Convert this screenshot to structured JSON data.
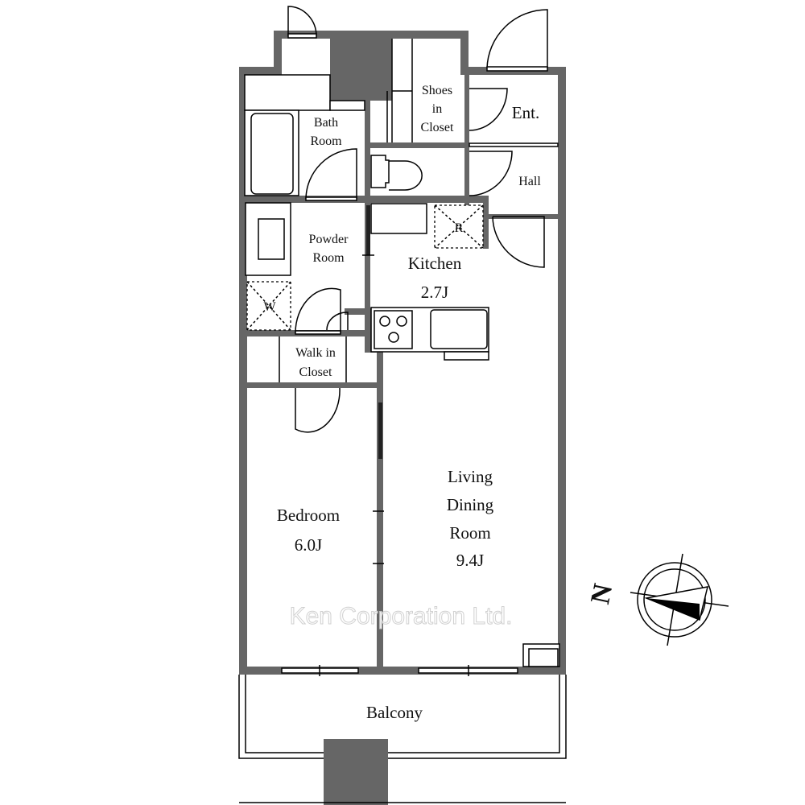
{
  "plan": {
    "rooms": {
      "bath": [
        "Bath",
        "Room"
      ],
      "shoes": [
        "Shoes",
        "in",
        "Closet"
      ],
      "entrance": "Ent.",
      "hall": "Hall",
      "powder": [
        "Powder",
        "Room"
      ],
      "kitchen": {
        "name": "Kitchen",
        "size": "2.7J"
      },
      "washer": "W",
      "fridge": "R",
      "walkin": [
        "Walk in",
        "Closet"
      ],
      "bedroom": {
        "name": "Bedroom",
        "size": "6.0J"
      },
      "living": {
        "name": [
          "Living",
          "Dining",
          "Room"
        ],
        "size": "9.4J"
      },
      "balcony": "Balcony"
    },
    "compass_label": "N",
    "watermark": "Ken Corporation Ltd.",
    "colors": {
      "wall": "#666666",
      "line": "#000000"
    }
  }
}
